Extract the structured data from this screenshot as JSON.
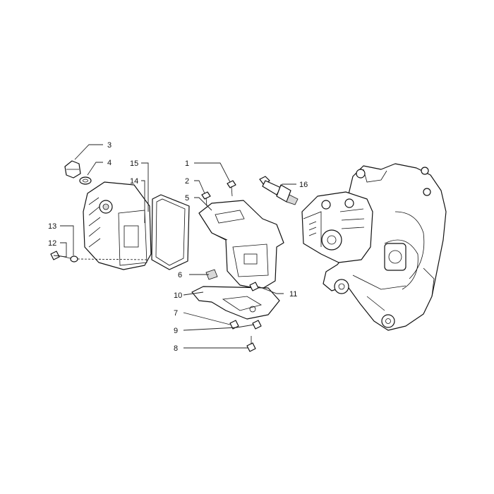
{
  "diagram": {
    "callouts": [
      {
        "id": "c1",
        "num": "1"
      },
      {
        "id": "c2",
        "num": "2"
      },
      {
        "id": "c3",
        "num": "3"
      },
      {
        "id": "c4",
        "num": "4"
      },
      {
        "id": "c5",
        "num": "5"
      },
      {
        "id": "c6",
        "num": "6"
      },
      {
        "id": "c7",
        "num": "7"
      },
      {
        "id": "c8",
        "num": "8"
      },
      {
        "id": "c9",
        "num": "9"
      },
      {
        "id": "c10",
        "num": "10"
      },
      {
        "id": "c11",
        "num": "11"
      },
      {
        "id": "c12",
        "num": "12"
      },
      {
        "id": "c13",
        "num": "13"
      },
      {
        "id": "c14",
        "num": "14"
      },
      {
        "id": "c15",
        "num": "15"
      },
      {
        "id": "c16",
        "num": "16"
      }
    ]
  }
}
